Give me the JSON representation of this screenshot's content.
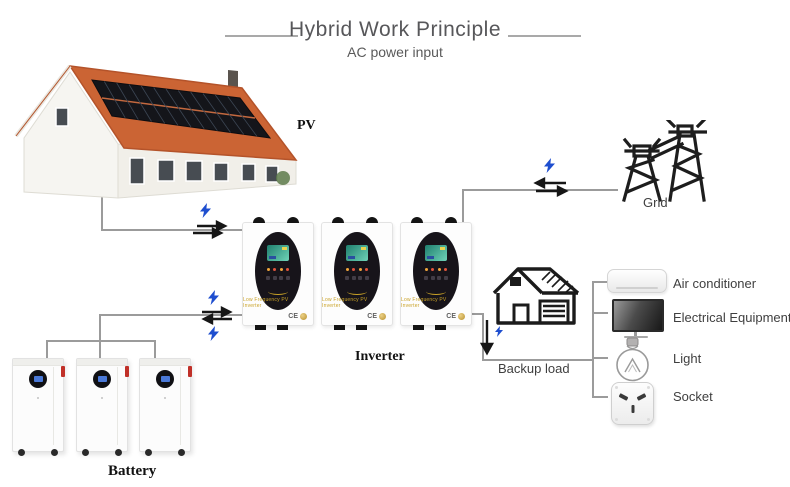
{
  "header": {
    "title": "Hybrid Work Principle",
    "subtitle": "AC power input"
  },
  "labels": {
    "pv": "PV",
    "grid": "Grid",
    "inverter": "Inverter",
    "battery": "Battery",
    "backup_load": "Backup load"
  },
  "inverter": {
    "count": 3,
    "tagline": "Low Frequency PV Inverter",
    "ce_mark": "CE"
  },
  "battery": {
    "count": 3
  },
  "appliances": [
    {
      "icon": "air-conditioner-icon",
      "label": "Air conditioner"
    },
    {
      "icon": "tv-icon",
      "label": "Electrical Equipment"
    },
    {
      "icon": "bulb-icon",
      "label": "Light"
    },
    {
      "icon": "socket-icon",
      "label": "Socket"
    }
  ],
  "flows": [
    {
      "from": "PV",
      "to": "Inverter",
      "direction": "one-way"
    },
    {
      "from": "Inverter",
      "to": "Grid",
      "direction": "bidirectional"
    },
    {
      "from": "Inverter",
      "to": "Battery",
      "direction": "bidirectional"
    },
    {
      "from": "Inverter",
      "to": "Backup load",
      "direction": "one-way"
    }
  ],
  "colors": {
    "wire": "#9b9b9b",
    "bolt_blue": "#1e4ecf",
    "roof_orange": "#cb6434",
    "accent_gold": "#c9a227",
    "lineart_dark": "#1d1d1d"
  }
}
